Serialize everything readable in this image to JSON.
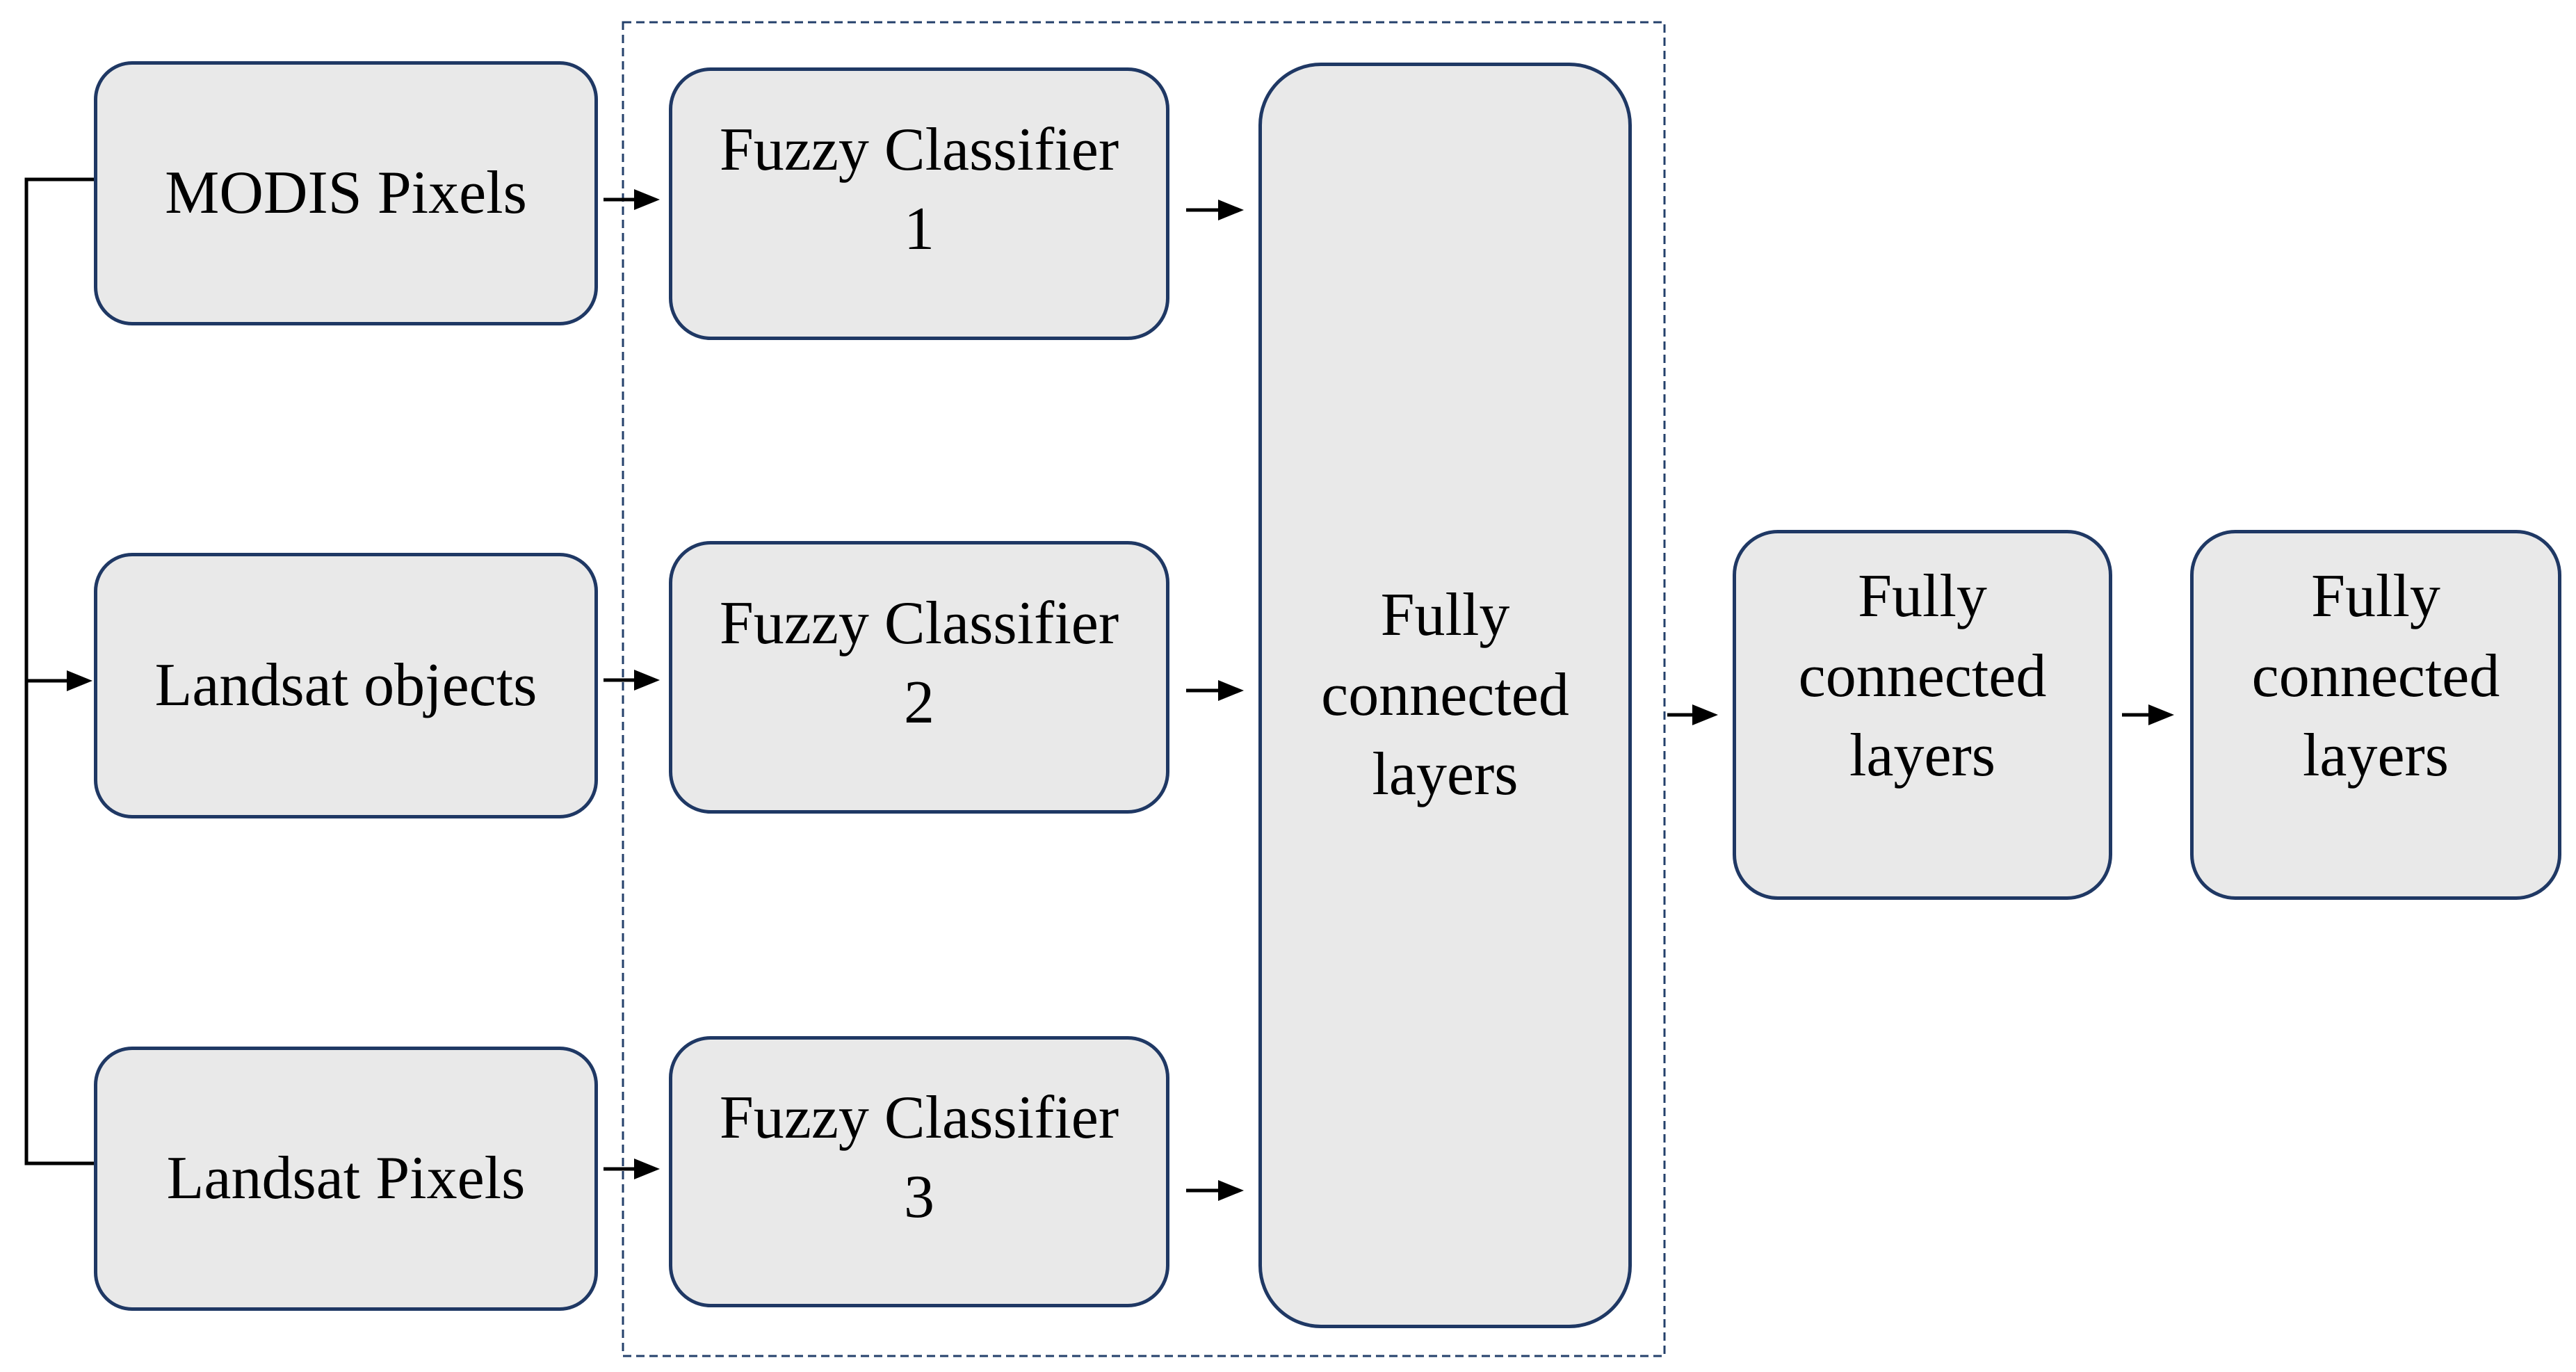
{
  "diagram": {
    "title": "Fuzzy classifier fully-connected network flowchart",
    "nodes": {
      "modis_pixels": {
        "label": "MODIS Pixels"
      },
      "landsat_objects": {
        "label": "Landsat objects"
      },
      "landsat_pixels": {
        "label": "Landsat Pixels"
      },
      "fuzzy1": {
        "label": "Fuzzy Classifier\n1"
      },
      "fuzzy2": {
        "label": "Fuzzy Classifier\n2"
      },
      "fuzzy3": {
        "label": "Fuzzy Classifier\n3"
      },
      "fc_main": {
        "label": "Fully\nconnected\nlayers"
      },
      "fc_2": {
        "label": "Fully\nconnected\nlayers"
      },
      "fc_3": {
        "label": "Fully\nconnected\nlayers"
      }
    },
    "colors": {
      "background": "#ffffff",
      "box-fill": "#e9e9e9",
      "box-border": "#1f3864",
      "dashed-border": "#24406b",
      "arrow": "#000000",
      "text": "#000000"
    }
  }
}
